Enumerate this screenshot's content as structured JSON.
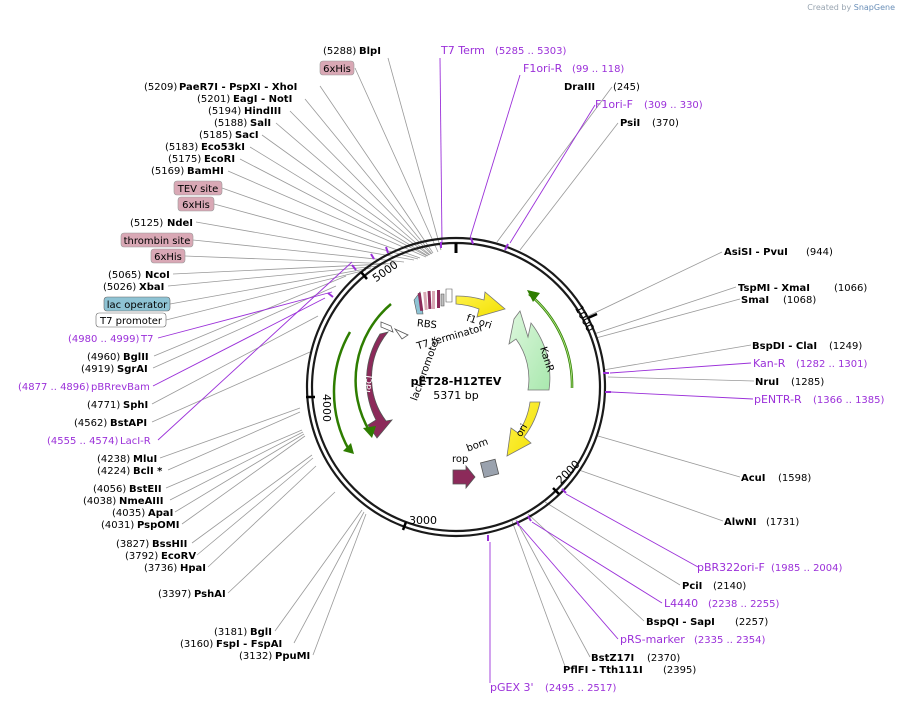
{
  "credit": {
    "prefix": "Created by",
    "brand": "SnapGene"
  },
  "plasmid": {
    "name": "pET28-H12TEV",
    "length": "5371 bp"
  },
  "tick_labels": [
    "1000",
    "2000",
    "3000",
    "4000",
    "5000"
  ],
  "feature_labels": [
    "f1 ori",
    "KanR",
    "ori",
    "bom",
    "rop",
    "lacI",
    "lacI promoter",
    "RBS",
    "T7 terminator"
  ],
  "left_labels": [
    {
      "pos": "(5288)",
      "name": "BlpI"
    },
    {
      "boxed": "6xHis",
      "color": "#d9a8b5"
    },
    {
      "pos": "(5209)",
      "name": "PaeR7I   - PspXI   - XhoI"
    },
    {
      "pos": "(5201)",
      "name": "EagI   - NotI"
    },
    {
      "pos": "(5194)",
      "name": "HindIII"
    },
    {
      "pos": "(5188)",
      "name": "SalI"
    },
    {
      "pos": "(5185)",
      "name": "SacI"
    },
    {
      "pos": "(5183)",
      "name": "Eco53kI"
    },
    {
      "pos": "(5175)",
      "name": "EcoRI"
    },
    {
      "pos": "(5169)",
      "name": "BamHI"
    },
    {
      "boxed": "TEV site",
      "color": "#d9a8b5"
    },
    {
      "boxed": "6xHis",
      "color": "#d9a8b5"
    },
    {
      "pos": "(5125)",
      "name": "NdeI"
    },
    {
      "boxed": "thrombin site",
      "color": "#d9a8b5"
    },
    {
      "boxed": "6xHis",
      "color": "#d9a8b5"
    },
    {
      "pos": "(5065)",
      "name": "NcoI"
    },
    {
      "pos": "(5026)",
      "name": "XbaI"
    },
    {
      "boxed": "lac operator",
      "color": "#8ec3d4"
    },
    {
      "boxed": "T7 promoter",
      "color": "#ffffff"
    },
    {
      "primer": "(4980 .. 4999)",
      "name": "T7"
    },
    {
      "pos": "(4960)",
      "name": "BglII"
    },
    {
      "pos": "(4919)",
      "name": "SgrAI"
    },
    {
      "primer": "(4877 .. 4896)",
      "name": "pBRrevBam"
    },
    {
      "pos": "(4771)",
      "name": "SphI"
    },
    {
      "pos": "(4562)",
      "name": "BstAPI"
    },
    {
      "primer": "(4555 .. 4574)",
      "name": "LacI-R"
    },
    {
      "pos": "(4238)",
      "name": "MluI"
    },
    {
      "pos": "(4224)",
      "name": "BclI *"
    },
    {
      "pos": "(4056)",
      "name": "BstEII"
    },
    {
      "pos": "(4038)",
      "name": "NmeAIII"
    },
    {
      "pos": "(4035)",
      "name": "ApaI"
    },
    {
      "pos": "(4031)",
      "name": "PspOMI"
    },
    {
      "pos": "(3827)",
      "name": "BssHII"
    },
    {
      "pos": "(3792)",
      "name": "EcoRV"
    },
    {
      "pos": "(3736)",
      "name": "HpaI"
    },
    {
      "pos": "(3397)",
      "name": "PshAI"
    },
    {
      "pos": "(3181)",
      "name": "BglI"
    },
    {
      "pos": "(3160)",
      "name": "FspI   - FspAI"
    },
    {
      "pos": "(3132)",
      "name": "PpuMI"
    }
  ],
  "right_labels": [
    {
      "primer_name": "T7 Term",
      "range": "(5285 .. 5303)"
    },
    {
      "primer_name": "F1ori-R",
      "range": "(99 .. 118)"
    },
    {
      "name": "DraIII",
      "pos": "(245)"
    },
    {
      "primer_name": "F1ori-F",
      "range": "(309 .. 330)"
    },
    {
      "name": "PsiI",
      "pos": "(370)"
    },
    {
      "name": "AsiSI   - PvuI",
      "pos": "(944)"
    },
    {
      "name": "TspMI   - XmaI",
      "pos": "(1066)"
    },
    {
      "name": "SmaI",
      "pos": "(1068)"
    },
    {
      "name": "BspDI   - ClaI",
      "pos": "(1249)"
    },
    {
      "primer_name": "Kan-R",
      "range": "(1282 .. 1301)"
    },
    {
      "name": "NruI",
      "pos": "(1285)"
    },
    {
      "primer_name": "pENTR-R",
      "range": "(1366 .. 1385)"
    },
    {
      "name": "AcuI",
      "pos": "(1598)"
    },
    {
      "name": "AlwNI",
      "pos": "(1731)"
    },
    {
      "primer_name": "pBR322ori-F",
      "range": "(1985 .. 2004)"
    },
    {
      "name": "PciI",
      "pos": "(2140)"
    },
    {
      "primer_name": "L4440",
      "range": "(2238 .. 2255)"
    },
    {
      "name": "BspQI   - SapI",
      "pos": "(2257)"
    },
    {
      "primer_name": "pRS-marker",
      "range": "(2335 .. 2354)"
    },
    {
      "name": "BstZ17I",
      "pos": "(2370)"
    },
    {
      "name": "PflFI   - Tth111I",
      "pos": "(2395)"
    },
    {
      "primer_name": "pGEX 3'",
      "range": "(2495 .. 2517)"
    }
  ]
}
